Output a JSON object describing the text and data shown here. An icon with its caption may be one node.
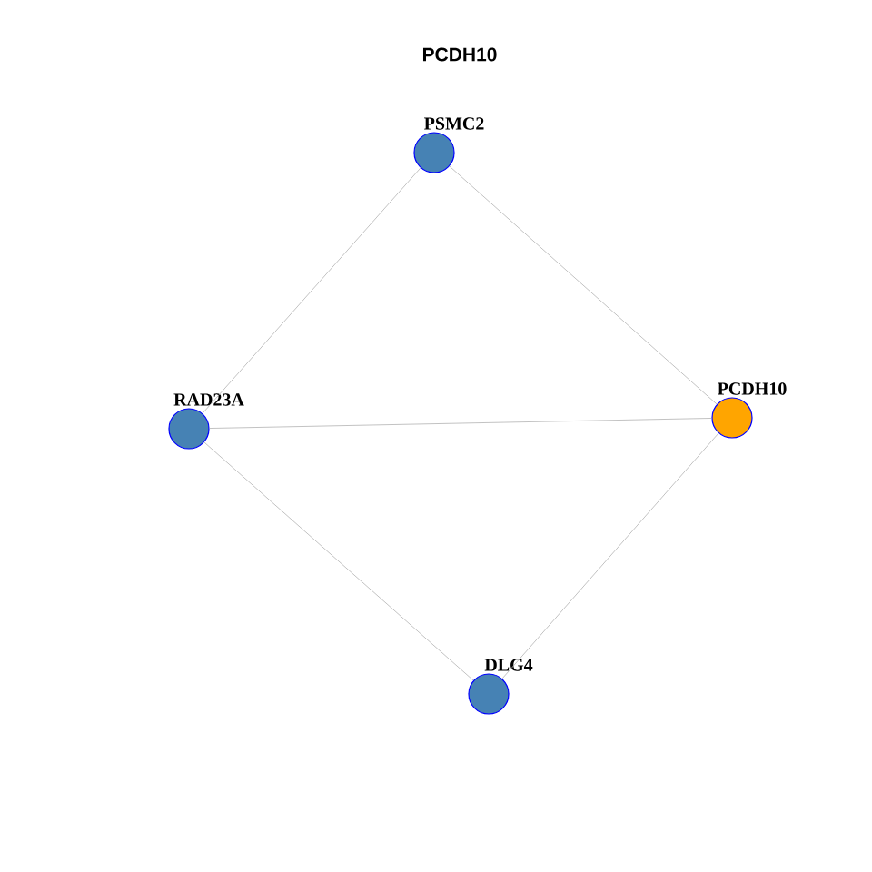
{
  "diagram": {
    "title": "PCDH10",
    "nodes": [
      {
        "text": [
          "PSMC2"
        ]
      },
      {
        "text": [
          "RAD23A"
        ]
      },
      {
        "text": [
          "PCDH10"
        ]
      },
      {
        "text": [
          "DLG4"
        ]
      }
    ],
    "edges": [
      {
        "from": 0,
        "to": 1,
        "arrow": "none"
      },
      {
        "from": 0,
        "to": 2,
        "arrow": "none"
      },
      {
        "from": 1,
        "to": 2,
        "arrow": "none"
      },
      {
        "from": 1,
        "to": 3,
        "arrow": "none"
      },
      {
        "from": 3,
        "to": 2,
        "arrow": "none"
      }
    ]
  }
}
